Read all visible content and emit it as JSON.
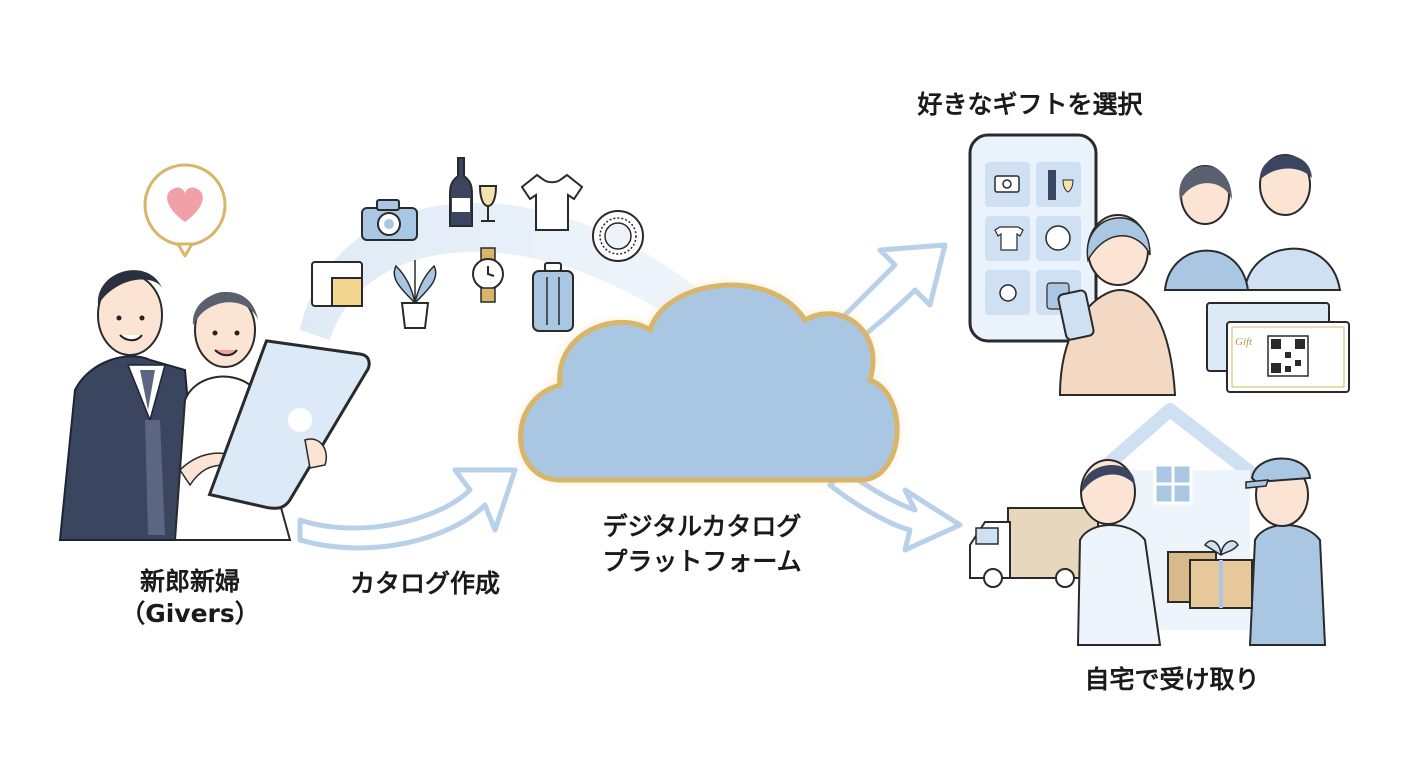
{
  "labels": {
    "givers_line1": "新郎新婦",
    "givers_line2": "（Givers）",
    "catalog_creation": "カタログ作成",
    "platform_line1": "デジタルカタログ",
    "platform_line2": "プラットフォーム",
    "choose_gift": "好きなギフトを選択",
    "receive_at_home": "自宅で受け取り"
  },
  "gift_card": {
    "script_text": "Gift"
  },
  "colors": {
    "accent_blue": "#a9c6e3",
    "gold": "#d9b56a",
    "navy": "#3a4560",
    "heart": "#f0a0a6"
  }
}
